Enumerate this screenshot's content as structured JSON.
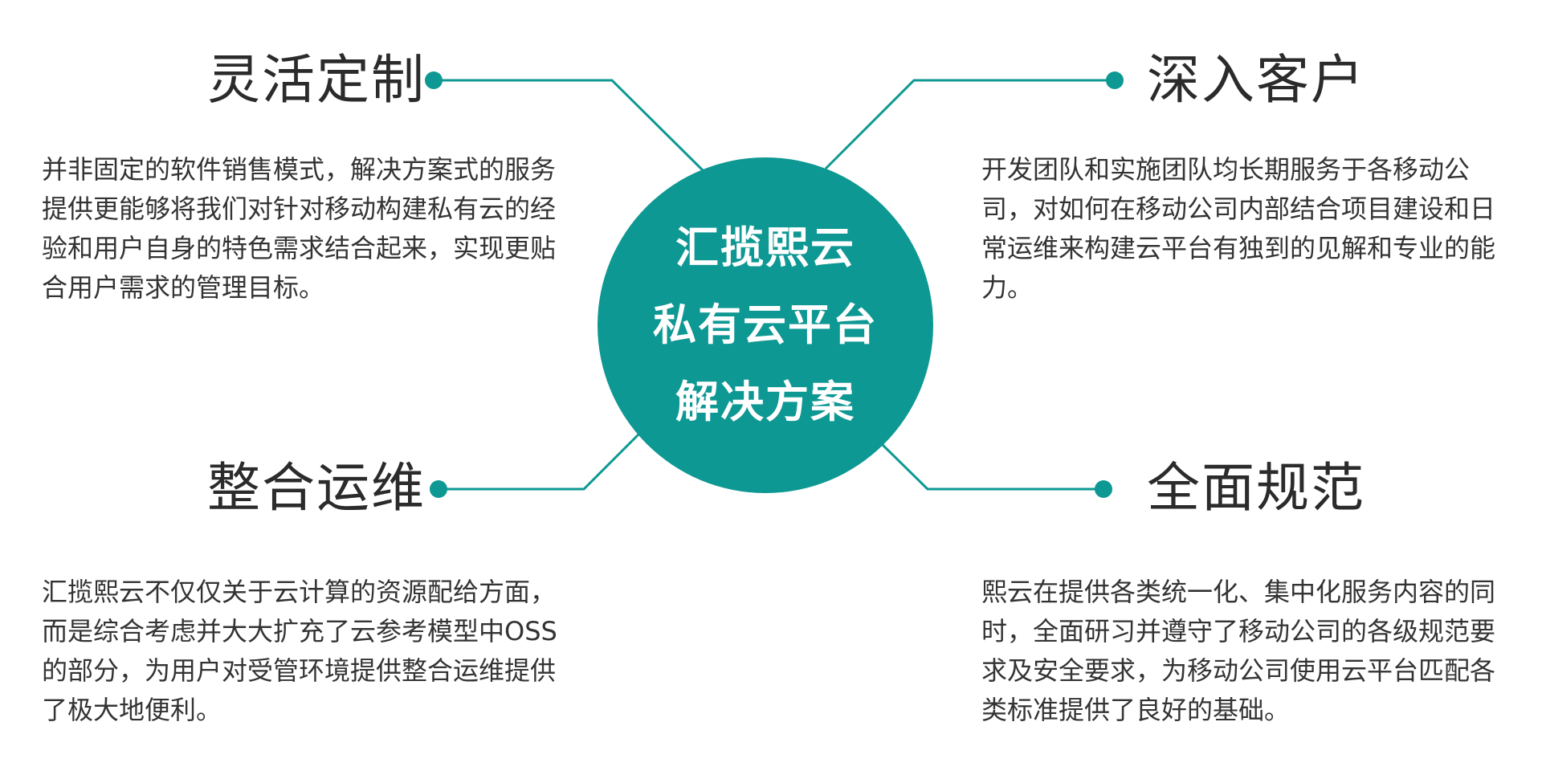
{
  "center": {
    "lines": [
      "汇揽熙云",
      "私有云平台",
      "解决方案"
    ]
  },
  "colors": {
    "accent": "#0e9893",
    "text": "#2b2b2b",
    "background": "#ffffff"
  },
  "features": {
    "top_left": {
      "title": "灵活定制",
      "description": "并非固定的软件销售模式，解决方案式的服务提供更能够将我们对针对移动构建私有云的经验和用户自身的特色需求结合起来，实现更贴合用户需求的管理目标。"
    },
    "top_right": {
      "title": "深入客户",
      "description": "开发团队和实施团队均长期服务于各移动公司，对如何在移动公司内部结合项目建设和日常运维来构建云平台有独到的见解和专业的能力。"
    },
    "bottom_left": {
      "title": "整合运维",
      "description": "汇揽熙云不仅仅关于云计算的资源配给方面，而是综合考虑并大大扩充了云参考模型中OSS的部分，为用户对受管环境提供整合运维提供了极大地便利。"
    },
    "bottom_right": {
      "title": "全面规范",
      "description": "熙云在提供各类统一化、集中化服务内容的同时，全面研习并遵守了移动公司的各级规范要求及安全要求，为移动公司使用云平台匹配各类标准提供了良好的基础。"
    }
  }
}
